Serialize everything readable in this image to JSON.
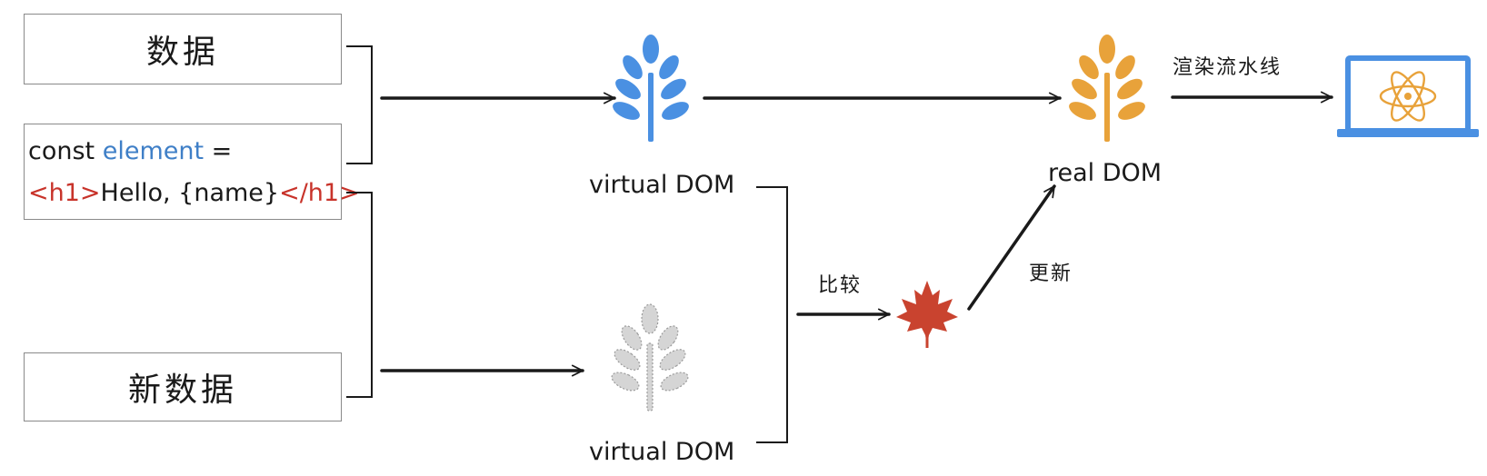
{
  "data_box": {
    "label": "数据"
  },
  "new_data_box": {
    "label": "新数据"
  },
  "code": {
    "line1_const": "const",
    "line1_element": "element",
    "line1_eq": "=",
    "open_tag": "<h1>",
    "content": "Hello, {name}",
    "close_tag": "</h1>"
  },
  "labels": {
    "virtual_dom_top": "virtual DOM",
    "virtual_dom_bottom": "virtual DOM",
    "real_dom": "real DOM",
    "compare": "比较",
    "update": "更新",
    "render_pipeline": "渲染流水线"
  },
  "colors": {
    "virtual_tree": "#4a90e2",
    "real_tree": "#e8a23a",
    "new_tree": "#cfcfcf",
    "diff_leaf": "#c9432f",
    "laptop": "#4a90e2",
    "atom": "#e8a23a",
    "code_keyword": "#3f7fc7",
    "code_tag": "#c8332a"
  },
  "icons": [
    "tree-icon",
    "maple-leaf-icon",
    "laptop-icon",
    "atom-icon"
  ]
}
